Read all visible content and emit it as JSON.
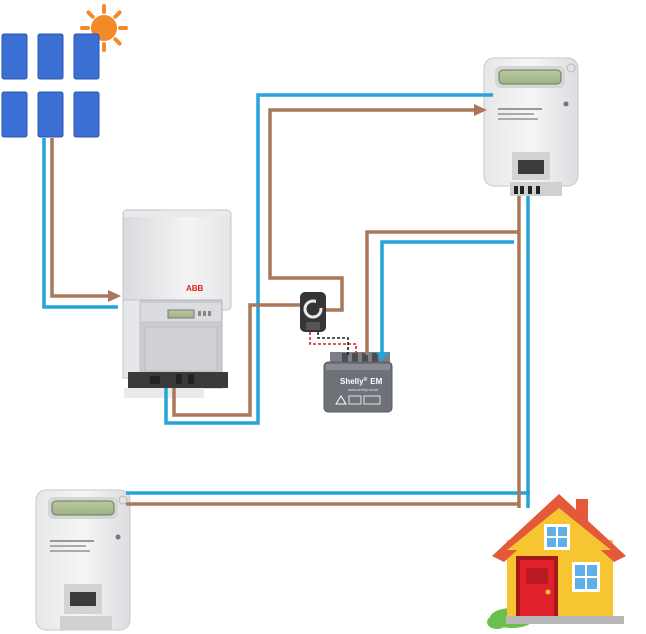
{
  "colors": {
    "neutral_wire": "#27a3dc",
    "phase_wire": "#a9785a",
    "solar_panel": "#3b6fd4",
    "sun": "#f28a2a",
    "signal_wire_red": "#d62020",
    "signal_wire_black": "#222222",
    "abb_logo": "#e2231a",
    "house_wall": "#f7c531",
    "house_roof": "#e4593a",
    "house_door": "#e0212b",
    "window": "#5fb0e8",
    "grass": "#6bbf4e"
  },
  "inverter": {
    "brand": "ABB"
  },
  "shelly": {
    "brand": "Shelly",
    "mark": "®",
    "model": "EM",
    "url": "www.shelly.cloud"
  },
  "icons": [
    "sun-icon",
    "solar-panel-icon",
    "inverter-icon",
    "energy-meter-icon",
    "current-clamp-icon",
    "shelly-em-icon",
    "house-icon"
  ]
}
